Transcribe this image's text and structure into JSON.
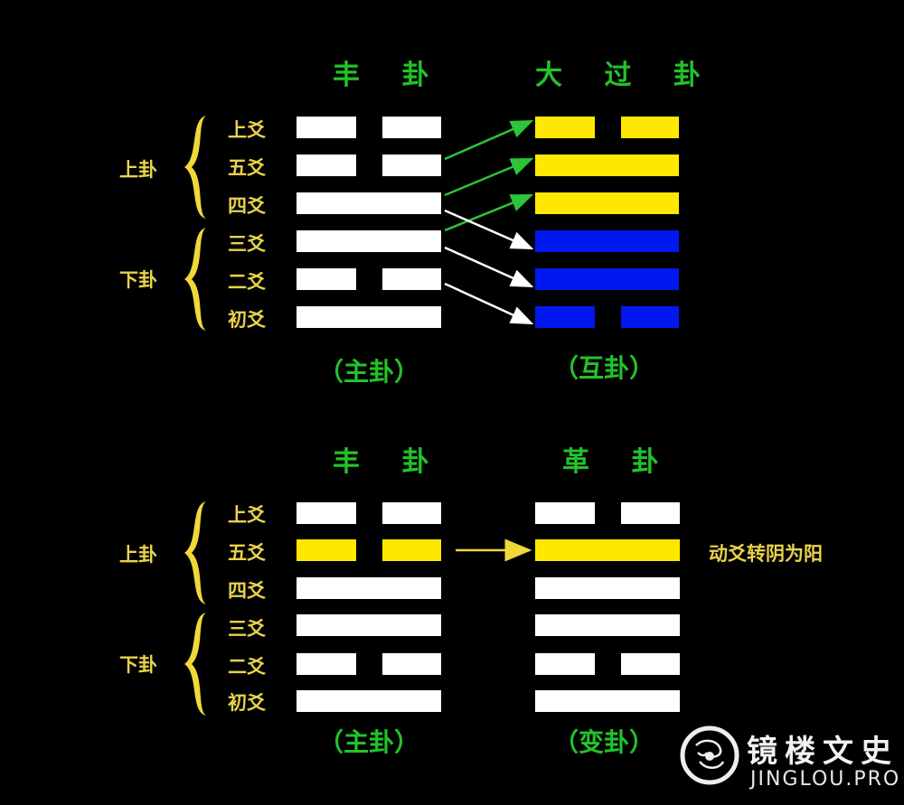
{
  "colors": {
    "background": "#000000",
    "title_green": "#22c32a",
    "label_yellow": "#e8d24a",
    "yang_yin_white": "#ffffff",
    "highlight_yellow": "#ffe800",
    "blue": "#0018f0",
    "arrow_green": "#2ec43a",
    "arrow_white": "#ffffff"
  },
  "top": {
    "left": {
      "title": "丰 卦",
      "subtitle": "（主卦）",
      "upper_label": "上卦",
      "lower_label": "下卦",
      "yao_labels": [
        "上爻",
        "五爻",
        "四爻",
        "三爻",
        "二爻",
        "初爻"
      ],
      "lines": [
        {
          "type": "yin",
          "color": "#ffffff"
        },
        {
          "type": "yin",
          "color": "#ffffff"
        },
        {
          "type": "yang",
          "color": "#ffffff"
        },
        {
          "type": "yang",
          "color": "#ffffff"
        },
        {
          "type": "yin",
          "color": "#ffffff"
        },
        {
          "type": "yang",
          "color": "#ffffff"
        }
      ]
    },
    "right": {
      "title": "大 过 卦",
      "subtitle": "（互卦）",
      "lines": [
        {
          "type": "yin",
          "color": "#ffe800"
        },
        {
          "type": "yang",
          "color": "#ffe800"
        },
        {
          "type": "yang",
          "color": "#ffe800"
        },
        {
          "type": "yang",
          "color": "#0018f0"
        },
        {
          "type": "yang",
          "color": "#0018f0"
        },
        {
          "type": "yin",
          "color": "#0018f0"
        }
      ]
    },
    "arrows": [
      {
        "from": "五爻",
        "to": 1,
        "color": "green"
      },
      {
        "from": "四爻",
        "to": 2,
        "color": "green"
      },
      {
        "from": "三爻",
        "to": 3,
        "color": "green"
      },
      {
        "from": "四爻",
        "to": 4,
        "color": "white"
      },
      {
        "from": "三爻",
        "to": 5,
        "color": "white"
      },
      {
        "from": "二爻",
        "to": 6,
        "color": "white"
      }
    ]
  },
  "bottom": {
    "left": {
      "title": "丰 卦",
      "subtitle": "（主卦）",
      "upper_label": "上卦",
      "lower_label": "下卦",
      "yao_labels": [
        "上爻",
        "五爻",
        "四爻",
        "三爻",
        "二爻",
        "初爻"
      ],
      "lines": [
        {
          "type": "yin",
          "color": "#ffffff"
        },
        {
          "type": "yin",
          "color": "#ffe800"
        },
        {
          "type": "yang",
          "color": "#ffffff"
        },
        {
          "type": "yang",
          "color": "#ffffff"
        },
        {
          "type": "yin",
          "color": "#ffffff"
        },
        {
          "type": "yang",
          "color": "#ffffff"
        }
      ]
    },
    "right": {
      "title": "革 卦",
      "subtitle": "（变卦）",
      "lines": [
        {
          "type": "yin",
          "color": "#ffffff"
        },
        {
          "type": "yang",
          "color": "#ffe800"
        },
        {
          "type": "yang",
          "color": "#ffffff"
        },
        {
          "type": "yang",
          "color": "#ffffff"
        },
        {
          "type": "yin",
          "color": "#ffffff"
        },
        {
          "type": "yang",
          "color": "#ffffff"
        }
      ]
    },
    "note": "动爻转阴为阳"
  },
  "watermark": {
    "name": "镜楼文史",
    "url": "JINGLOU.PRO"
  }
}
